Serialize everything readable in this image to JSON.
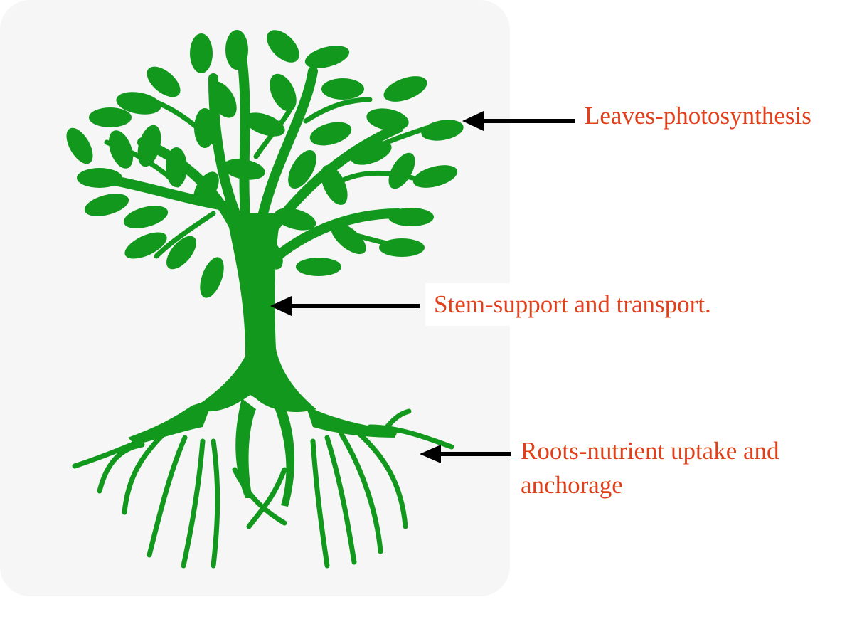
{
  "colors": {
    "panel_background": "#f6f6f6",
    "tree": "#12981d",
    "label_text": "#e2401b",
    "arrows": "#000000"
  },
  "labels": {
    "leaves": "Leaves-photosynthesis",
    "stem": "Stem-support and transport.",
    "roots_line1": "Roots-nutrient uptake and",
    "roots_line2": "anchorage"
  }
}
